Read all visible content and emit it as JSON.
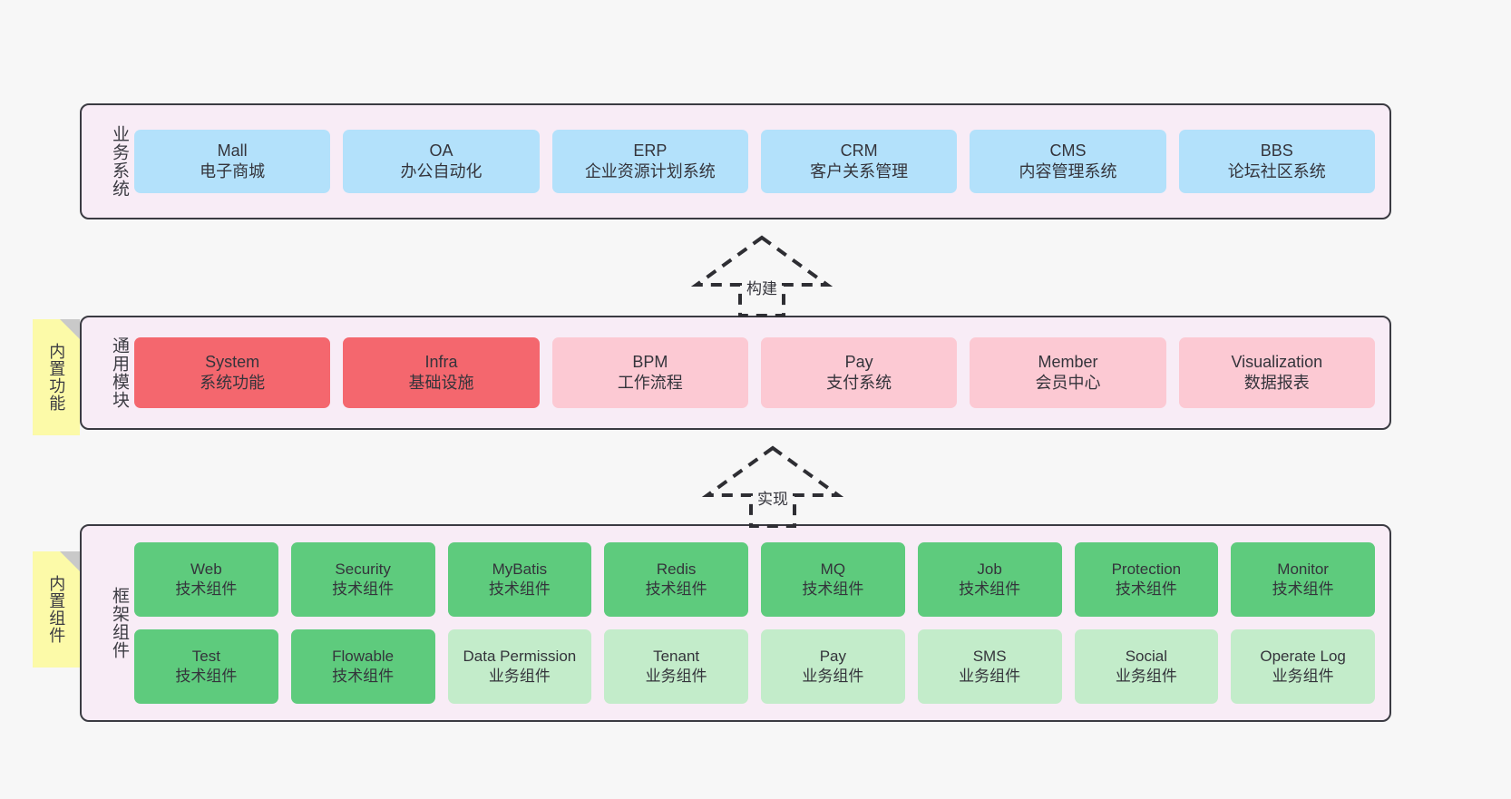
{
  "diagram": {
    "page_background": "#f7f7f7",
    "band_background": "#f8ecf6",
    "band_border": "#3b3b42",
    "note_background": "#fcfaa8"
  },
  "layers": {
    "business": {
      "label": "业务系统",
      "color": "#b3e1fb",
      "cards": [
        {
          "title": "Mall",
          "sub": "电子商城"
        },
        {
          "title": "OA",
          "sub": "办公自动化"
        },
        {
          "title": "ERP",
          "sub": "企业资源计划系统"
        },
        {
          "title": "CRM",
          "sub": "客户关系管理"
        },
        {
          "title": "CMS",
          "sub": "内容管理系统"
        },
        {
          "title": "BBS",
          "sub": "论坛社区系统"
        }
      ]
    },
    "modules": {
      "label": "通用模块",
      "note": "内置功能",
      "color_primary": "#f4676e",
      "color_secondary": "#fcc9d3",
      "cards": [
        {
          "title": "System",
          "sub": "系统功能",
          "variant": "red"
        },
        {
          "title": "Infra",
          "sub": "基础设施",
          "variant": "red"
        },
        {
          "title": "BPM",
          "sub": "工作流程",
          "variant": "pink"
        },
        {
          "title": "Pay",
          "sub": "支付系统",
          "variant": "pink"
        },
        {
          "title": "Member",
          "sub": "会员中心",
          "variant": "pink"
        },
        {
          "title": "Visualization",
          "sub": "数据报表",
          "variant": "pink"
        }
      ]
    },
    "framework": {
      "label": "框架组件",
      "note": "内置组件",
      "color_tech": "#5ecb7d",
      "color_business": "#c3ecca",
      "row1": [
        {
          "title": "Web",
          "sub": "技术组件",
          "variant": "green"
        },
        {
          "title": "Security",
          "sub": "技术组件",
          "variant": "green"
        },
        {
          "title": "MyBatis",
          "sub": "技术组件",
          "variant": "green"
        },
        {
          "title": "Redis",
          "sub": "技术组件",
          "variant": "green"
        },
        {
          "title": "MQ",
          "sub": "技术组件",
          "variant": "green"
        },
        {
          "title": "Job",
          "sub": "技术组件",
          "variant": "green"
        },
        {
          "title": "Protection",
          "sub": "技术组件",
          "variant": "green"
        },
        {
          "title": "Monitor",
          "sub": "技术组件",
          "variant": "green"
        }
      ],
      "row2": [
        {
          "title": "Test",
          "sub": "技术组件",
          "variant": "green"
        },
        {
          "title": "Flowable",
          "sub": "技术组件",
          "variant": "green"
        },
        {
          "title": "Data Permission",
          "sub": "业务组件",
          "variant": "green-light"
        },
        {
          "title": "Tenant",
          "sub": "业务组件",
          "variant": "green-light"
        },
        {
          "title": "Pay",
          "sub": "业务组件",
          "variant": "green-light"
        },
        {
          "title": "SMS",
          "sub": "业务组件",
          "variant": "green-light"
        },
        {
          "title": "Social",
          "sub": "业务组件",
          "variant": "green-light"
        },
        {
          "title": "Operate Log",
          "sub": "业务组件",
          "variant": "green-light"
        }
      ]
    }
  },
  "connectors": [
    {
      "label": "构建",
      "name": "build"
    },
    {
      "label": "实现",
      "name": "implement"
    }
  ]
}
